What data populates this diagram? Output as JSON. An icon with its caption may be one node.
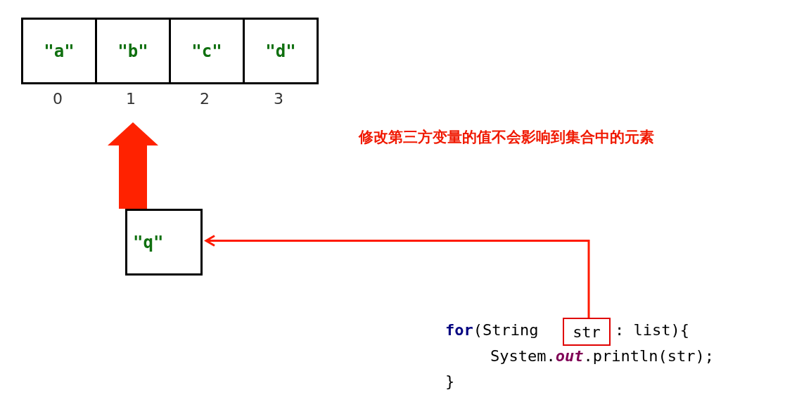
{
  "diagram": {
    "nodes": [
      {
        "text": [
          "\"a\""
        ]
      },
      {
        "text": [
          "\"b\""
        ]
      },
      {
        "text": [
          "\"c\""
        ]
      },
      {
        "text": [
          "\"d\""
        ]
      },
      {
        "text": [
          "\"q\""
        ]
      },
      {
        "text": [
          "str"
        ]
      }
    ],
    "edges": [
      {
        "from": 4,
        "to": 1,
        "arrow": "to",
        "style": "thick"
      },
      {
        "from": 5,
        "to": 4,
        "arrow": "to"
      }
    ],
    "labels": [
      "0",
      "1",
      "2",
      "3",
      "修改第三方变量的值不会影响到集合中的元素",
      "**for**(String",
      ": list){",
      "System.*out*.println(str);",
      "}"
    ]
  }
}
